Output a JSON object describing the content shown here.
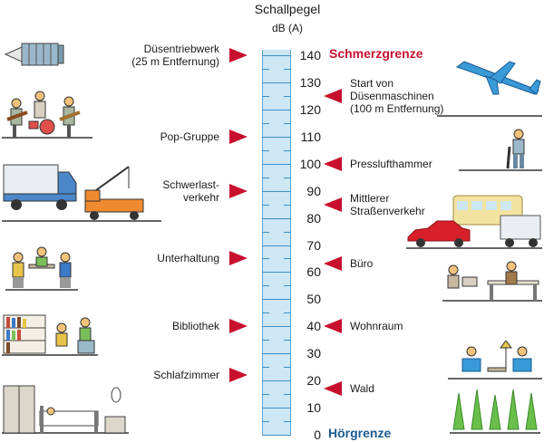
{
  "header": {
    "title": "Schallpegel",
    "unit": "dB (A)"
  },
  "scale": {
    "values": [
      "140",
      "130",
      "120",
      "110",
      "100",
      "90",
      "80",
      "70",
      "60",
      "50",
      "40",
      "30",
      "20",
      "10",
      "0"
    ],
    "max_label": "Schmerzgrenze",
    "min_label": "Hörgrenze"
  },
  "left_labels": [
    {
      "text": "Düsentriebwerk\n(25 m Entfernung)",
      "db": 140
    },
    {
      "text": "Pop-Gruppe",
      "db": 110
    },
    {
      "text": "Schwerlast-\nverkehr",
      "db": 90
    },
    {
      "text": "Unterhaltung",
      "db": 65
    },
    {
      "text": "Bibliothek",
      "db": 40
    },
    {
      "text": "Schlafzimmer",
      "db": 22
    }
  ],
  "right_labels": [
    {
      "text": "Start von\nDüsenmaschinen\n(100 m Entfernung)",
      "db": 125
    },
    {
      "text": "Presslufthammer",
      "db": 100
    },
    {
      "text": "Mittlerer\nStraßenverkehr",
      "db": 85
    },
    {
      "text": "Büro",
      "db": 63
    },
    {
      "text": "Wohnraum",
      "db": 40
    },
    {
      "text": "Wald",
      "db": 17
    }
  ],
  "colors": {
    "marker": "#c8102e",
    "scale_fill": "#cde7f5",
    "scale_line": "#3d8fc4",
    "hear": "#1a5a8f"
  },
  "icons": [
    "jet-engine-icon",
    "band-icon",
    "truck-crane-icon",
    "conversation-icon",
    "library-icon",
    "bedroom-icon",
    "airplane-icon",
    "jackhammer-icon",
    "traffic-icon",
    "office-icon",
    "living-room-icon",
    "forest-icon"
  ]
}
